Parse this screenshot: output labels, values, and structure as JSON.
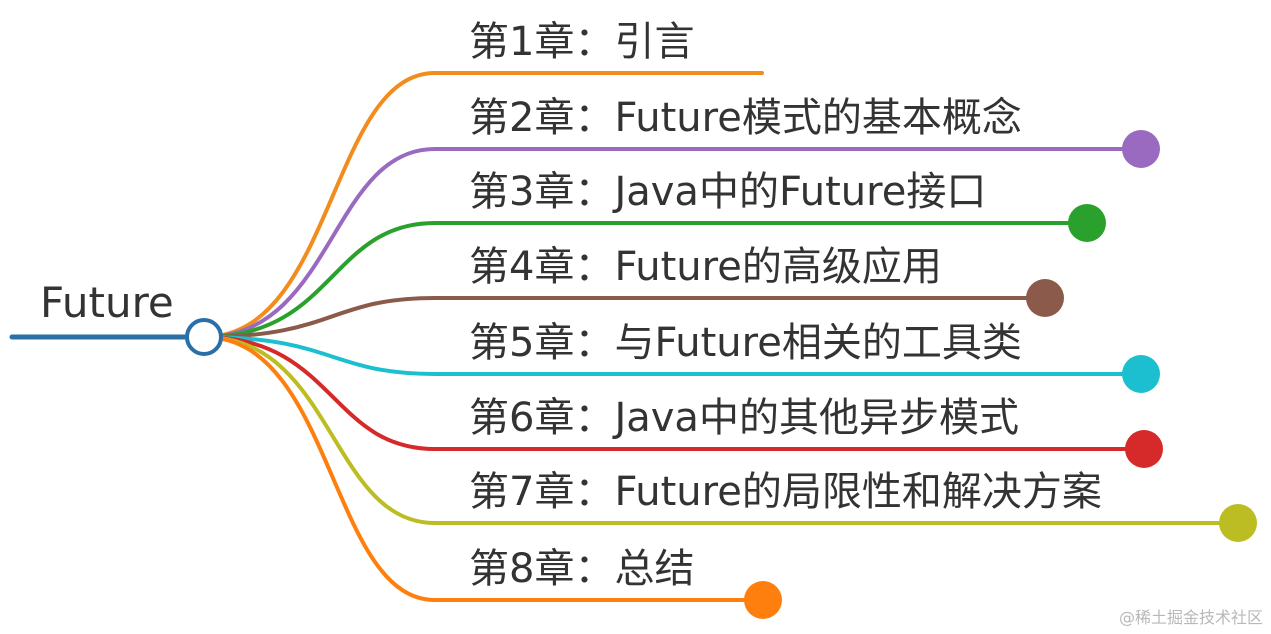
{
  "root": {
    "label": "Future",
    "color": "#2a6fa8"
  },
  "branches": [
    {
      "label": "第1章：引言",
      "color": "#f28c1c",
      "has_node": false
    },
    {
      "label": "第2章：Future模式的基本概念",
      "color": "#9a6ac0",
      "has_node": true
    },
    {
      "label": "第3章：Java中的Future接口",
      "color": "#2aa12c",
      "has_node": true
    },
    {
      "label": "第4章：Future的高级应用",
      "color": "#8b5a4a",
      "has_node": true
    },
    {
      "label": "第5章：与Future相关的工具类",
      "color": "#1cbfd0",
      "has_node": true
    },
    {
      "label": "第6章：Java中的其他异步模式",
      "color": "#d62a2a",
      "has_node": true
    },
    {
      "label": "第7章：Future的局限性和解决方案",
      "color": "#bcbd22",
      "has_node": true
    },
    {
      "label": "第8章：总结",
      "color": "#ff7f0e",
      "has_node": true
    }
  ],
  "watermark": "@稀土掘金技术社区"
}
